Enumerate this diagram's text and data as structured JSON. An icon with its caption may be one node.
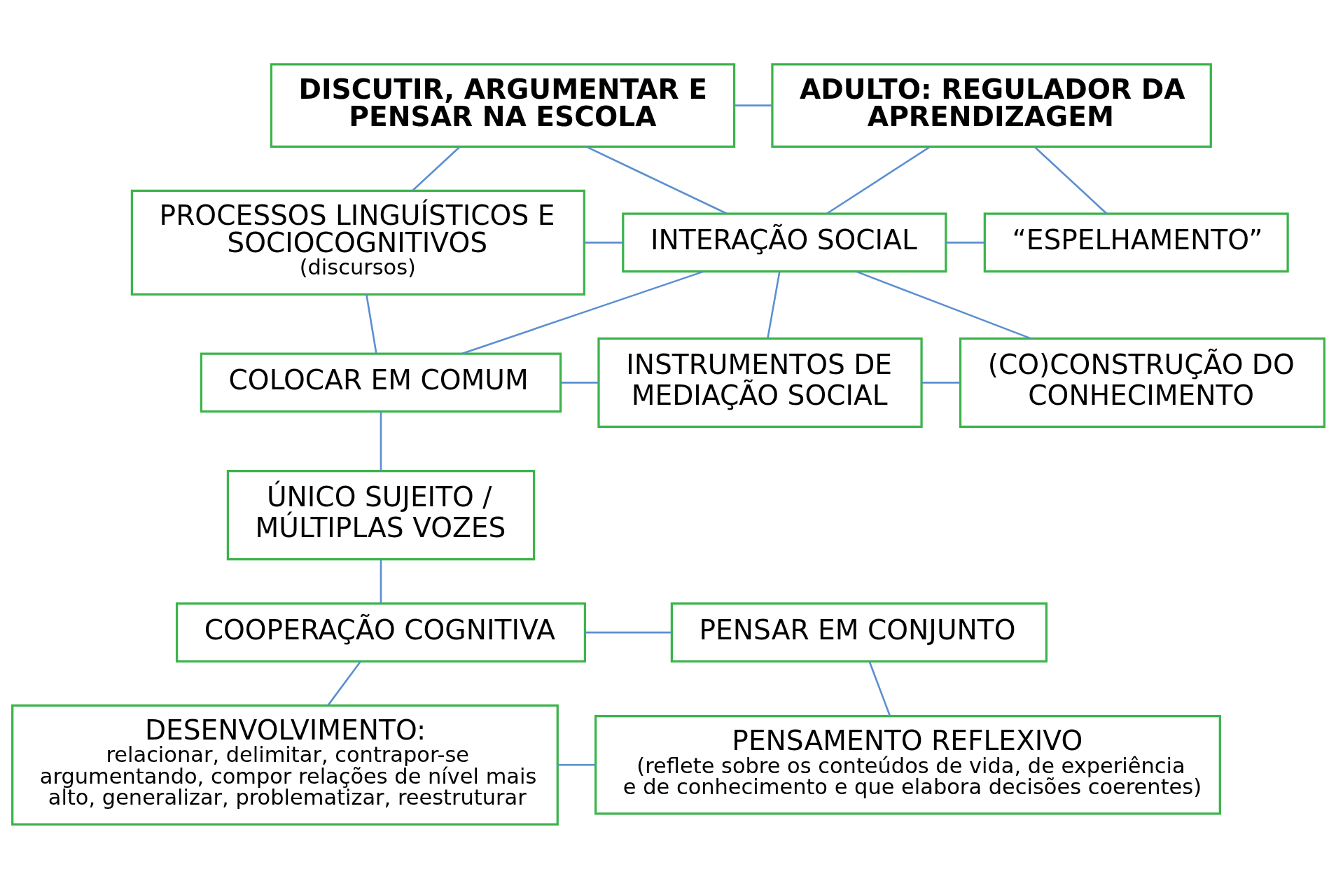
{
  "diagram": {
    "nodes": [
      {
        "text": [
          "DISCUTIR, ARGUMENTAR E PENSAR NA ESCOLA"
        ]
      },
      {
        "text": [
          "ADULTO: REGULADOR DA APRENDIZAGEM"
        ]
      },
      {
        "text": [
          "PROCESSOS LINGUÍSTICOS E SOCIOCOGNITIVOS",
          "(discursos)"
        ]
      },
      {
        "text": [
          "INTERAÇÃO SOCIAL"
        ]
      },
      {
        "text": [
          "“ESPELHAMENTO”"
        ]
      },
      {
        "text": [
          "COLOCAR EM COMUM"
        ]
      },
      {
        "text": [
          "INSTRUMENTOS DE MEDIAÇÃO SOCIAL"
        ]
      },
      {
        "text": [
          "(CO)CONSTRUÇÃO DO CONHECIMENTO"
        ]
      },
      {
        "text": [
          "ÚNICO SUJEITO / MÚLTIPLAS VOZES"
        ]
      },
      {
        "text": [
          "COOPERAÇÃO COGNITIVA"
        ]
      },
      {
        "text": [
          "PENSAR EM CONJUNTO"
        ]
      },
      {
        "text": [
          "DESENVOLVIMENTO:",
          "relacionar, delimitar, contrapor-se argumentando, compor relações de nível mais alto, generalizar, problematizar, reestruturar"
        ]
      },
      {
        "text": [
          "PENSAMENTO REFLEXIVO",
          "(reflete sobre os conteúdos de vida, de experiência e de conhecimento e que elabora decisões coerentes)"
        ]
      }
    ],
    "edges": [
      {
        "from": 0,
        "to": 1,
        "arrow": "none"
      },
      {
        "from": 0,
        "to": 2,
        "arrow": "none"
      },
      {
        "from": 0,
        "to": 3,
        "arrow": "none"
      },
      {
        "from": 1,
        "to": 3,
        "arrow": "none"
      },
      {
        "from": 1,
        "to": 4,
        "arrow": "none"
      },
      {
        "from": 2,
        "to": 3,
        "arrow": "none"
      },
      {
        "from": 3,
        "to": 4,
        "arrow": "none"
      },
      {
        "from": 3,
        "to": 5,
        "arrow": "none"
      },
      {
        "from": 3,
        "to": 6,
        "arrow": "none"
      },
      {
        "from": 3,
        "to": 7,
        "arrow": "none"
      },
      {
        "from": 2,
        "to": 5,
        "arrow": "none"
      },
      {
        "from": 5,
        "to": 6,
        "arrow": "none"
      },
      {
        "from": 6,
        "to": 7,
        "arrow": "none"
      },
      {
        "from": 5,
        "to": 8,
        "arrow": "none"
      },
      {
        "from": 8,
        "to": 9,
        "arrow": "none"
      },
      {
        "from": 9,
        "to": 10,
        "arrow": "none"
      },
      {
        "from": 9,
        "to": 11,
        "arrow": "none"
      },
      {
        "from": 10,
        "to": 12,
        "arrow": "none"
      },
      {
        "from": 11,
        "to": 12,
        "arrow": "none"
      }
    ]
  }
}
